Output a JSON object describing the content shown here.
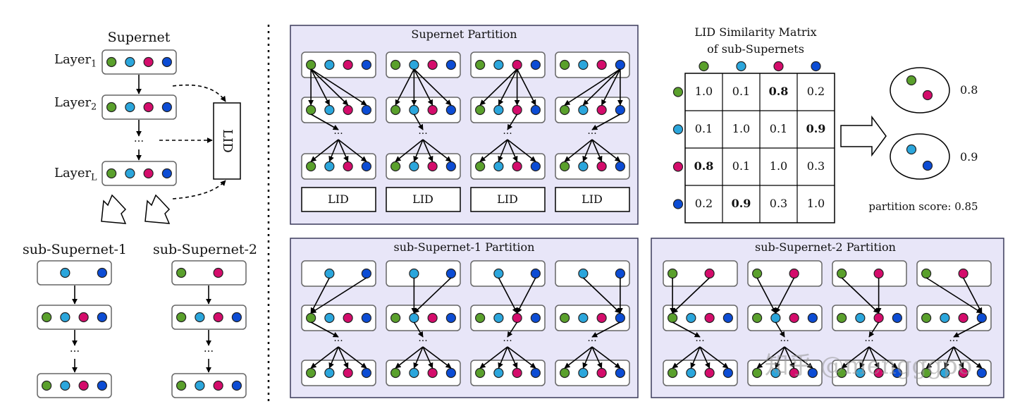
{
  "colors": {
    "green": "#5aa02c",
    "cyan": "#2ba6dc",
    "magenta": "#d40c6b",
    "blue": "#0c4cd4",
    "panel_fill": "#e8e6f8",
    "panel_stroke": "#3a3a5a",
    "box_stroke": "#666666"
  },
  "left": {
    "title": "Supernet",
    "layer1": "Layer",
    "layer1_sub": "1",
    "layer2": "Layer",
    "layer2_sub": "2",
    "layerL": "Layer",
    "layerL_sub": "L",
    "ellipsis": "···",
    "lid": "LID",
    "sub1_title": "sub-Supernet-1",
    "sub2_title": "sub-Supernet-2"
  },
  "panels": {
    "partition_title": "Supernet Partition",
    "sub1_title": "sub-Supernet-1 Partition",
    "sub2_title": "sub-Supernet-2 Partition",
    "lid_label": "LID",
    "ellipsis": "···"
  },
  "matrix": {
    "title_line1": "LID Similarity Matrix",
    "title_line2": "of  sub-Supernets",
    "cells": [
      [
        "1.0",
        "0.1",
        "0.8",
        "0.2"
      ],
      [
        "0.1",
        "1.0",
        "0.1",
        "0.9"
      ],
      [
        "0.8",
        "0.1",
        "1.0",
        "0.3"
      ],
      [
        "0.2",
        "0.9",
        "0.3",
        "1.0"
      ]
    ],
    "bold": [
      [
        0,
        2
      ],
      [
        1,
        3
      ],
      [
        2,
        0
      ],
      [
        3,
        1
      ]
    ]
  },
  "result": {
    "score1": "0.8",
    "score2": "0.9",
    "partition_score": "partition score: 0.85"
  },
  "watermark": "知乎 @mengggpo"
}
